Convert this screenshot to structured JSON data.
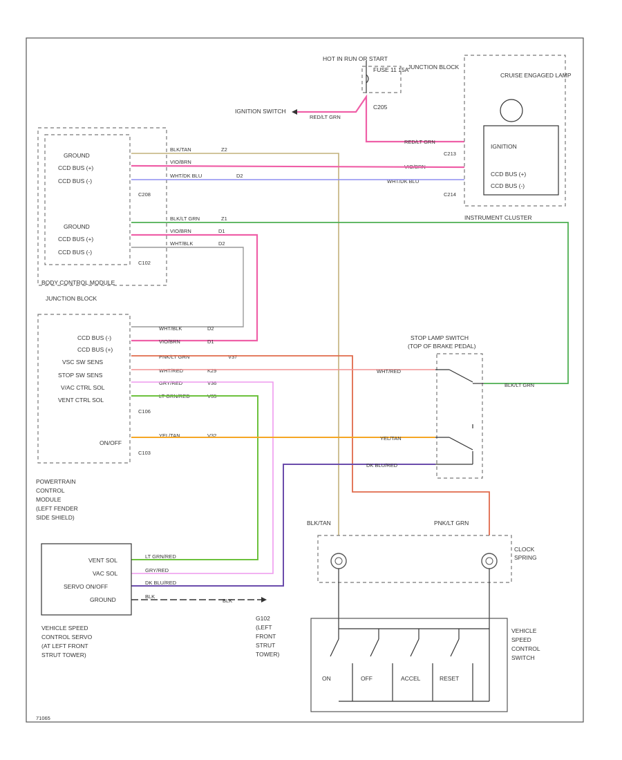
{
  "colors": {
    "pink": "#ef5fa7",
    "tan": "#c2b07a",
    "blue": "#8e8ef0",
    "green": "#4caf50",
    "lime": "#6cc13c",
    "grey": "#999999",
    "red": "#e06a4a",
    "violet": "#ee99ee",
    "orange": "#f5a623",
    "purple": "#6a4bab",
    "black": "#333333"
  },
  "top": {
    "hot_label": "HOT IN RUN OR START",
    "junction_label": "JUNCTION BLOCK",
    "fuse_label": "FUSE 11 15A",
    "connector_c205": "C205",
    "ignition_switch": "IGNITION SWITCH",
    "wire_red_lg": "RED/LT GRN"
  },
  "cluster": {
    "lamp_label": "CRUISE ENGAGED LAMP",
    "ignition": "IGNITION",
    "ccd_plus": "CCD BUS (+)",
    "ccd_minus": "CCD BUS (-)",
    "c213": "C213",
    "c214": "C214",
    "name": "INSTRUMENT CLUSTER",
    "wire_red_lg": "RED/LT GRN",
    "wire_vio_brn": "VIO/BRN",
    "wire_wht_dkblu": "WHT/DK BLU"
  },
  "bcm": {
    "ground": "GROUND",
    "ccd_plus": "CCD BUS (+)",
    "ccd_minus": "CCD BUS (-)",
    "c208": "C208",
    "c102": "C102",
    "name1": "BODY CONTROL MODULE",
    "name2": "JUNCTION BLOCK",
    "w_blk_tan": "BLK/TAN",
    "w_vio_brn": "VIO/BRN",
    "w_wht_dkblu": "WHT/DK BLU",
    "w_blk_brn": "BLK/LT GRN",
    "w_vio_brn2": "VIO/BRN",
    "w_wht_blk": "WHT/BLK",
    "c_z2": "Z2",
    "c_d1": "D1",
    "c_d2": "D2",
    "c_z1": "Z1"
  },
  "pcm": {
    "rows": [
      "CCD BUS (-)",
      "CCD BUS (+)",
      "VSC SW SENS",
      "STOP SW SENS",
      "V/AC CTRL SOL",
      "VENT CTRL SOL"
    ],
    "wires": [
      "WHT/BLK",
      "VIO/BRN",
      "PNK/LT GRN",
      "WHT/RED",
      "GRY/RED",
      "LT GRN/RED"
    ],
    "codes": [
      "D2",
      "D1",
      "V37",
      "K29",
      "V36",
      "V35"
    ],
    "c106": "C106",
    "onoff": "ON/OFF",
    "onoff_wire": "YEL/TAN",
    "onoff_code": "V32",
    "c103": "C103",
    "name": [
      "POWERTRAIN",
      "CONTROL",
      "MODULE",
      "(LEFT FENDER",
      "SIDE SHIELD)"
    ]
  },
  "stop": {
    "name": [
      "STOP LAMP SWITCH",
      "(TOP OF BRAKE PEDAL)"
    ],
    "wire_in": "WHT/RED",
    "wire_out": "BLK/LT GRN",
    "wire_onoff": "YEL/TAN",
    "wire_purple": "DK BLU/RED"
  },
  "servo": {
    "rows": [
      "VENT SOL",
      "VAC SOL",
      "SERVO ON/OFF",
      "GROUND"
    ],
    "wires": [
      "LT GRN/RED",
      "GRY/RED",
      "DK BLU/RED",
      "BLK"
    ],
    "name": [
      "VEHICLE SPEED",
      "CONTROL SERVO",
      "(AT LEFT FRONT",
      "STRUT TOWER)"
    ],
    "ground_wire": "BLK"
  },
  "ground_ref": {
    "name": [
      "G102",
      "(LEFT",
      "FRONT",
      "STRUT",
      "TOWER)"
    ],
    "label": "G102"
  },
  "clock": {
    "left_wire": "BLK/TAN",
    "right_wire": "PNK/LT GRN",
    "name": [
      "CLOCK",
      "SPRING"
    ]
  },
  "vsc_switch": {
    "buttons": [
      "ON",
      "OFF",
      "ACCEL",
      "RESET"
    ],
    "name": [
      "VEHICLE",
      "SPEED",
      "CONTROL",
      "SWITCH"
    ]
  },
  "footer": "71065"
}
